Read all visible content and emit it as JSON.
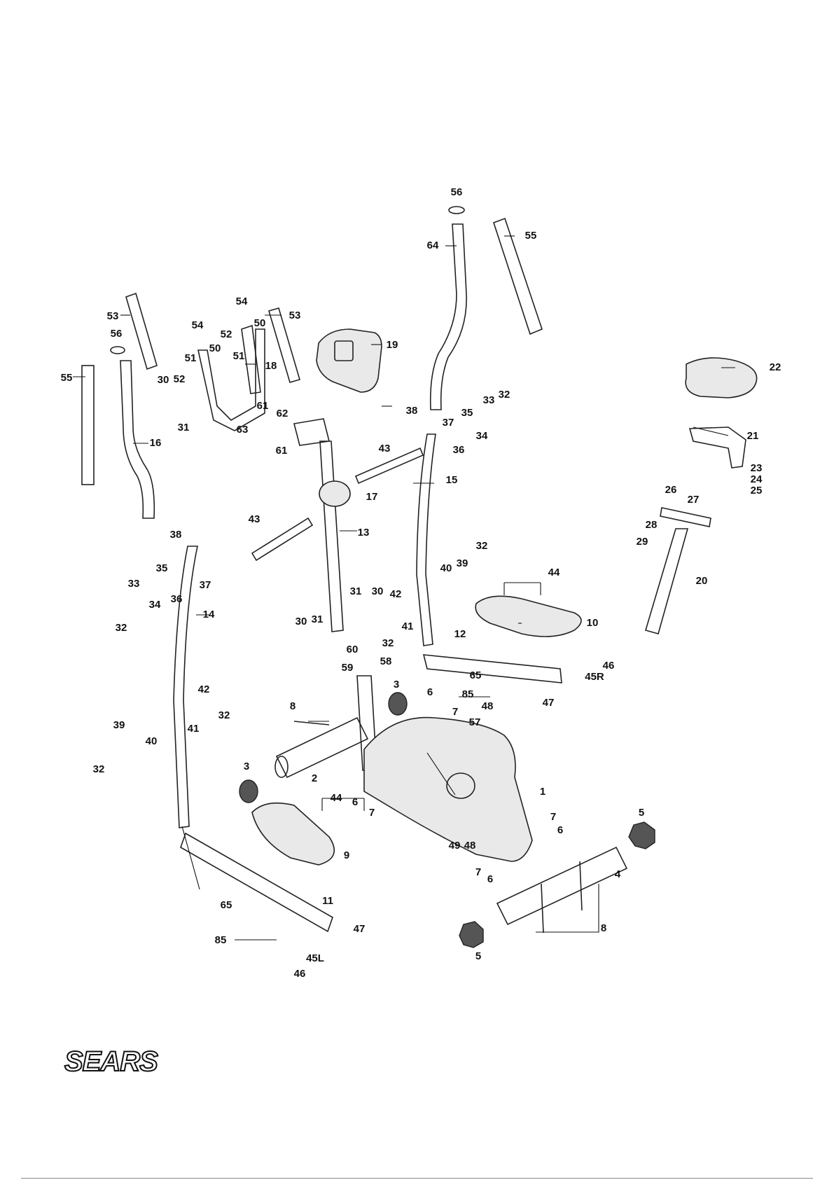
{
  "brand": {
    "logo_text": "SEARS"
  },
  "labels": [
    {
      "id": "l56a",
      "text": "56"
    },
    {
      "id": "l64",
      "text": "64"
    },
    {
      "id": "l55a",
      "text": "55"
    },
    {
      "id": "l53a",
      "text": "53"
    },
    {
      "id": "l56b",
      "text": "56"
    },
    {
      "id": "l55b",
      "text": "55"
    },
    {
      "id": "l54a",
      "text": "54"
    },
    {
      "id": "l54b",
      "text": "54"
    },
    {
      "id": "l53b",
      "text": "53"
    },
    {
      "id": "l52a",
      "text": "52"
    },
    {
      "id": "l50a",
      "text": "50"
    },
    {
      "id": "l50b",
      "text": "50"
    },
    {
      "id": "l51a",
      "text": "51"
    },
    {
      "id": "l51b",
      "text": "51"
    },
    {
      "id": "l52b",
      "text": "52"
    },
    {
      "id": "l18",
      "text": "18"
    },
    {
      "id": "l30a",
      "text": "30"
    },
    {
      "id": "l31a",
      "text": "31"
    },
    {
      "id": "l61a",
      "text": "61"
    },
    {
      "id": "l63",
      "text": "63"
    },
    {
      "id": "l16",
      "text": "16"
    },
    {
      "id": "l19",
      "text": "19"
    },
    {
      "id": "l62",
      "text": "62"
    },
    {
      "id": "l61b",
      "text": "61"
    },
    {
      "id": "l38a",
      "text": "38"
    },
    {
      "id": "l37a",
      "text": "37"
    },
    {
      "id": "l35a",
      "text": "35"
    },
    {
      "id": "l33a",
      "text": "33"
    },
    {
      "id": "l32a",
      "text": "32"
    },
    {
      "id": "l34a",
      "text": "34"
    },
    {
      "id": "l36a",
      "text": "36"
    },
    {
      "id": "l15",
      "text": "15"
    },
    {
      "id": "l43a",
      "text": "43"
    },
    {
      "id": "l17",
      "text": "17"
    },
    {
      "id": "l22",
      "text": "22"
    },
    {
      "id": "l21",
      "text": "21"
    },
    {
      "id": "l23",
      "text": "23"
    },
    {
      "id": "l24",
      "text": "24"
    },
    {
      "id": "l25",
      "text": "25"
    },
    {
      "id": "l26",
      "text": "26"
    },
    {
      "id": "l27",
      "text": "27"
    },
    {
      "id": "l28",
      "text": "28"
    },
    {
      "id": "l29",
      "text": "29"
    },
    {
      "id": "l20",
      "text": "20"
    },
    {
      "id": "l43b",
      "text": "43"
    },
    {
      "id": "l13",
      "text": "13"
    },
    {
      "id": "l38b",
      "text": "38"
    },
    {
      "id": "l35b",
      "text": "35"
    },
    {
      "id": "l37b",
      "text": "37"
    },
    {
      "id": "l33b",
      "text": "33"
    },
    {
      "id": "l36b",
      "text": "36"
    },
    {
      "id": "l34b",
      "text": "34"
    },
    {
      "id": "l32b",
      "text": "32"
    },
    {
      "id": "l14",
      "text": "14"
    },
    {
      "id": "l32c",
      "text": "32"
    },
    {
      "id": "l39a",
      "text": "39"
    },
    {
      "id": "l40a",
      "text": "40"
    },
    {
      "id": "l44a",
      "text": "44"
    },
    {
      "id": "l31b",
      "text": "31"
    },
    {
      "id": "l30b",
      "text": "30"
    },
    {
      "id": "l42a",
      "text": "42"
    },
    {
      "id": "l41a",
      "text": "41"
    },
    {
      "id": "l32d",
      "text": "32"
    },
    {
      "id": "l30c",
      "text": "30"
    },
    {
      "id": "l31c",
      "text": "31"
    },
    {
      "id": "l60",
      "text": "60"
    },
    {
      "id": "l59",
      "text": "59"
    },
    {
      "id": "l58",
      "text": "58"
    },
    {
      "id": "l10",
      "text": "10"
    },
    {
      "id": "l12",
      "text": "12"
    },
    {
      "id": "l46a",
      "text": "46"
    },
    {
      "id": "l45R",
      "text": "45R"
    },
    {
      "id": "l65a",
      "text": "65"
    },
    {
      "id": "l85a",
      "text": "85"
    },
    {
      "id": "l48a",
      "text": "48"
    },
    {
      "id": "l47a",
      "text": "47"
    },
    {
      "id": "l57",
      "text": "57"
    },
    {
      "id": "l3a",
      "text": "3"
    },
    {
      "id": "l6a",
      "text": "6"
    },
    {
      "id": "l7a",
      "text": "7"
    },
    {
      "id": "l8a",
      "text": "8"
    },
    {
      "id": "l42b",
      "text": "42"
    },
    {
      "id": "l32e",
      "text": "32"
    },
    {
      "id": "l41b",
      "text": "41"
    },
    {
      "id": "l39b",
      "text": "39"
    },
    {
      "id": "l40b",
      "text": "40"
    },
    {
      "id": "l32f",
      "text": "32"
    },
    {
      "id": "l2",
      "text": "2"
    },
    {
      "id": "l3b",
      "text": "3"
    },
    {
      "id": "l44b",
      "text": "44"
    },
    {
      "id": "l6b",
      "text": "6"
    },
    {
      "id": "l7b",
      "text": "7"
    },
    {
      "id": "l1",
      "text": "1"
    },
    {
      "id": "l5a",
      "text": "5"
    },
    {
      "id": "l7c",
      "text": "7"
    },
    {
      "id": "l6c",
      "text": "6"
    },
    {
      "id": "l9",
      "text": "9"
    },
    {
      "id": "l49",
      "text": "49"
    },
    {
      "id": "l48b",
      "text": "48"
    },
    {
      "id": "l7d",
      "text": "7"
    },
    {
      "id": "l6d",
      "text": "6"
    },
    {
      "id": "l4",
      "text": "4"
    },
    {
      "id": "l11",
      "text": "11"
    },
    {
      "id": "l65b",
      "text": "65"
    },
    {
      "id": "l85b",
      "text": "85"
    },
    {
      "id": "l47b",
      "text": "47"
    },
    {
      "id": "l45L",
      "text": "45L"
    },
    {
      "id": "l46b",
      "text": "46"
    },
    {
      "id": "l8b",
      "text": "8"
    },
    {
      "id": "l5b",
      "text": "5"
    }
  ]
}
